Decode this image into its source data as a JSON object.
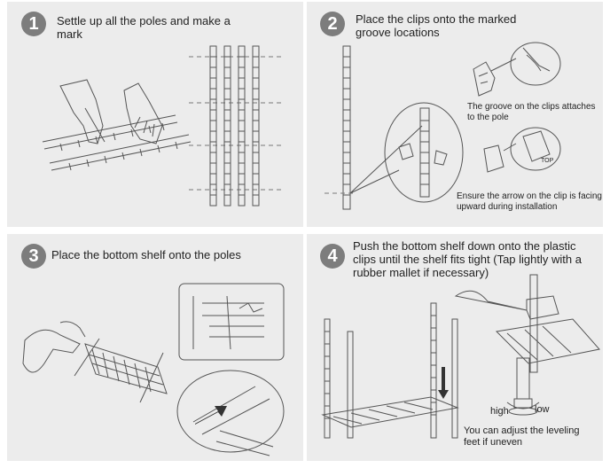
{
  "steps": [
    {
      "number": "1",
      "text": "Settle up all the poles and make a mark"
    },
    {
      "number": "2",
      "text": "Place the clips onto the marked groove locations",
      "caption_groove": "The groove on the clips attaches to the pole",
      "caption_arrow": "Ensure the arrow on the clip is facing upward during installation",
      "clip_label": "TOP"
    },
    {
      "number": "3",
      "text": "Place the bottom shelf onto the poles"
    },
    {
      "number": "4",
      "text": "Push the bottom shelf down onto the plastic clips until the shelf fits tight (Tap lightly with a rubber mallet if necessary)",
      "label_high": "high",
      "label_low": "low",
      "caption_leveling": "You can adjust the leveling feet if uneven"
    }
  ],
  "colors": {
    "panel_bg": "#ececec",
    "badge_bg": "#7d7d7d",
    "line": "#555555"
  },
  "icons": [
    "hands-marking-illustration",
    "pole-illustration",
    "clip-illustration",
    "shelf-illustration",
    "mallet-illustration",
    "leveling-foot-illustration"
  ]
}
